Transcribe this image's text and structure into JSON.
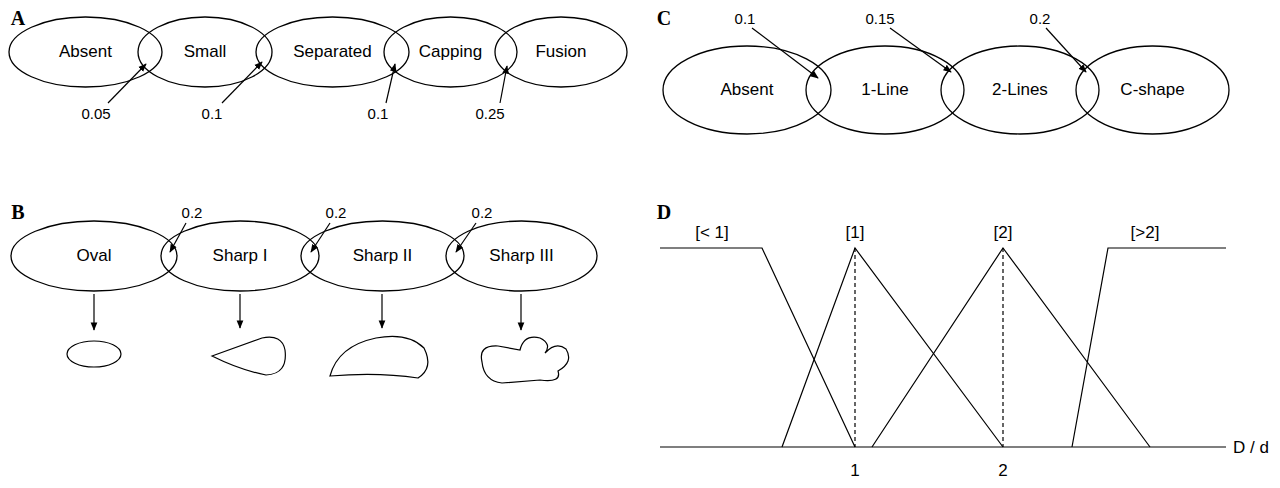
{
  "diagram": {
    "nodes": [
      {
        "text": [
          "Absent"
        ]
      },
      {
        "text": [
          "Small"
        ]
      },
      {
        "text": [
          "Separated"
        ]
      },
      {
        "text": [
          "Capping"
        ]
      },
      {
        "text": [
          "Fusion"
        ]
      },
      {
        "text": [
          "Oval"
        ]
      },
      {
        "text": [
          "Sharp I"
        ]
      },
      {
        "text": [
          "Sharp II"
        ]
      },
      {
        "text": [
          "Sharp III"
        ]
      },
      {
        "text": [
          "Absent"
        ]
      },
      {
        "text": [
          "1-Line"
        ]
      },
      {
        "text": [
          "2-Lines"
        ]
      },
      {
        "text": [
          "C-shape"
        ]
      }
    ],
    "labels": [
      "A",
      "0.05",
      "0.1",
      "0.1",
      "0.25",
      "B",
      "0.2",
      "0.2",
      "0.2",
      "C",
      "0.1",
      "0.15",
      "0.2",
      "D",
      "[< 1]",
      "[1]",
      "[2]",
      "[>2]",
      "1",
      "2",
      "D / d"
    ]
  }
}
